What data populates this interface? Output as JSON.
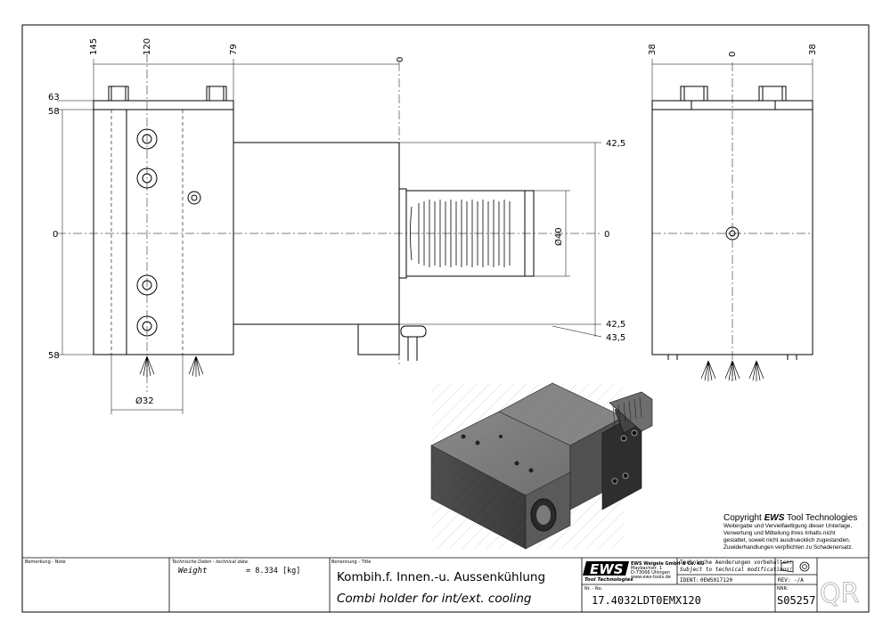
{
  "dimensions": {
    "top_left": [
      "145",
      "120",
      "79",
      "0"
    ],
    "left_side": [
      "63",
      "58",
      "0",
      "58"
    ],
    "right_side": [
      "42,5",
      "0",
      "42,5",
      "43,5"
    ],
    "bore": "Ø40",
    "bottom": "Ø32",
    "side_view_top": [
      "38",
      "0",
      "38"
    ]
  },
  "copyright": {
    "prefix": "Copyright",
    "brand": "EWS",
    "suffix": "Tool Technologies",
    "notice": [
      "Weitergabe und Vervielfaeltigung dieser Unterlage,",
      "Verwertung und Mitteilung ihres Inhalts nicht",
      "gestattet, soweit nicht ausdruecklich zugestanden.",
      "Zuwiderhandlungen verpflichten zu Schadenersatz."
    ]
  },
  "title_block": {
    "note_label": "Bemerkung - Note",
    "tech_label": "Technische Daten - technical data",
    "weight_label": "Weight",
    "weight_value": "= 8.334 [kg]",
    "title_label": "Benennung - Title",
    "title_de": "Kombih.f. Innen.-u. Aussenkühlung",
    "title_en": "Combi holder for int/ext. cooling",
    "logo": "EWS",
    "logo_sub": "Tool Technologies",
    "company": [
      "EWS Weigele GmbH & Co. KG",
      "Maybachstr. 1",
      "D-73066 Uhingen",
      "www.ews-tools.de"
    ],
    "changes_de": "Technische Aenderungen vorbehalten!",
    "changes_en": "Subject to technical modifications!",
    "ident_label": "IDENT:",
    "ident_value": "0EWS017120",
    "rev": "REV: -/A",
    "nr_label": "Nr. - No.",
    "number": "17.4032LDT0EMX120",
    "nnr_label": "NNR:",
    "nnr": "S05257",
    "qr": "QR"
  }
}
